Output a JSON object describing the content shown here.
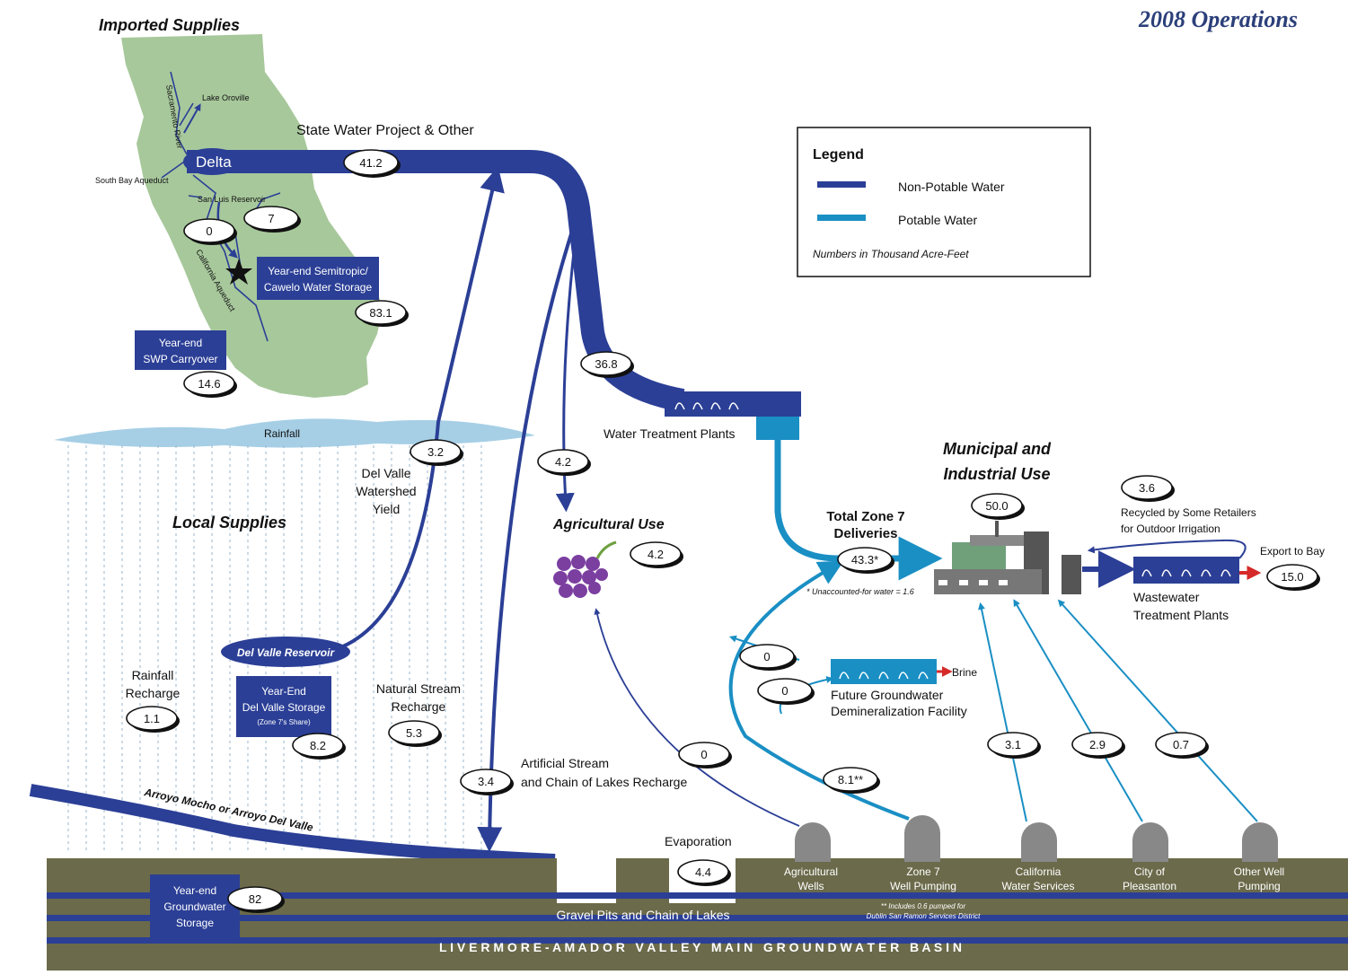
{
  "header": {
    "title": "2008 Operations",
    "imported_title": "Imported Supplies",
    "local_title": "Local Supplies"
  },
  "map_labels": {
    "sacramento_river": "Sacramento River",
    "lake_oroville": "Lake Oroville",
    "delta": "Delta",
    "south_bay_aqueduct": "South Bay Aqueduct",
    "san_luis_reservoir": "San Luis Reservoir",
    "california_aqueduct": "California Aqueduct"
  },
  "imported": {
    "swp_label": "State Water Project & Other",
    "swp_value": "41.2",
    "san_luis_out": "0",
    "san_luis_in": "7",
    "semitropic_label_1": "Year-end Semitropic/",
    "semitropic_label_2": "Cawelo Water Storage",
    "semitropic_value": "83.1",
    "carryover_label_1": "Year-end",
    "carryover_label_2": "SWP Carryover",
    "carryover_value": "14.6"
  },
  "legend": {
    "title": "Legend",
    "non_potable": "Non-Potable Water",
    "potable": "Potable Water",
    "note": "Numbers in Thousand Acre-Feet",
    "colors": {
      "non_potable": "#2b3f96",
      "potable": "#1a8fc4"
    }
  },
  "treatment": {
    "to_wtp_value": "36.8",
    "wtp_label": "Water Treatment Plants"
  },
  "agri": {
    "to_agri_value": "4.2",
    "label": "Agricultural Use",
    "value": "4.2",
    "wells_value": "0"
  },
  "local": {
    "rainfall": "Rainfall",
    "watershed_value": "3.2",
    "watershed_label_1": "Del Valle",
    "watershed_label_2": "Watershed",
    "watershed_label_3": "Yield",
    "reservoir": "Del Valle Reservoir",
    "reservoir_storage_1": "Year-End",
    "reservoir_storage_2": "Del Valle Storage",
    "reservoir_storage_3": "(Zone 7's Share)",
    "reservoir_storage_value": "8.2",
    "rainfall_recharge_1": "Rainfall",
    "rainfall_recharge_2": "Recharge",
    "rainfall_recharge_value": "1.1",
    "natural_stream_1": "Natural Stream",
    "natural_stream_2": "Recharge",
    "natural_stream_value": "5.3",
    "artificial_1": "Artificial Stream",
    "artificial_2": "and Chain of Lakes Recharge",
    "artificial_value": "3.4",
    "arroyo": "Arroyo Mocho or Arroyo Del Valle"
  },
  "muni": {
    "title_1": "Municipal and",
    "title_2": "Industrial Use",
    "value": "50.0",
    "zone7_1": "Total Zone 7",
    "zone7_2": "Deliveries",
    "zone7_value": "43.3*",
    "unaccounted": "* Unaccounted-for water = 1.6",
    "recycled_value": "3.6",
    "recycled_1": "Recycled by Some Retailers",
    "recycled_2": "for Outdoor Irrigation",
    "export_label": "Export to Bay",
    "export_value": "15.0",
    "wwtp_1": "Wastewater",
    "wwtp_2": "Treatment Plants"
  },
  "demin": {
    "value_a": "0",
    "value_b": "0",
    "brine": "Brine",
    "label_1": "Future Groundwater",
    "label_2": "Demineralization Facility"
  },
  "wells": {
    "zone7_value": "8.1**",
    "cws_value": "3.1",
    "pleasanton_value": "2.9",
    "other_value": "0.7",
    "agri_1": "Agricultural",
    "agri_2": "Wells",
    "zone7_1": "Zone 7",
    "zone7_2": "Well Pumping",
    "cws_1": "California",
    "cws_2": "Water Services",
    "pleasanton_1": "City of",
    "pleasanton_2": "Pleasanton",
    "other_1": "Other Well",
    "other_2": "Pumping",
    "note_1": "** Includes 0.6 pumped for",
    "note_2": "Dublin San Ramon Services District"
  },
  "basin": {
    "evaporation": "Evaporation",
    "evaporation_value": "4.4",
    "storage_1": "Year-end",
    "storage_2": "Groundwater",
    "storage_3": "Storage",
    "storage_value": "82",
    "gravel": "Gravel Pits and Chain of Lakes",
    "name": "L I V E R M O R E - A M A D O R   V A L L E Y   M A I N   G R O U N D W A T E R   B A S I N"
  }
}
